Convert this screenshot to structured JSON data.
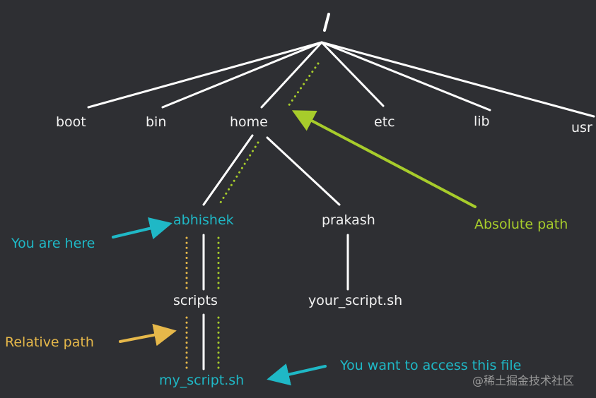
{
  "diagram": {
    "root": "/",
    "top_level_dirs": [
      "boot",
      "bin",
      "home",
      "etc",
      "lib",
      "usr"
    ],
    "home_children": [
      "abhishek",
      "prakash"
    ],
    "abhishek_child": "scripts",
    "scripts_child": "my_script.sh",
    "prakash_child": "your_script.sh",
    "annotations": {
      "you_are_here": "You are here",
      "absolute_path": "Absolute path",
      "relative_path": "Relative path",
      "target_file": "You want to access this file"
    },
    "colors": {
      "background": "#2e2f33",
      "tree_lines": "#ffffff",
      "current_location": "#1fb8c6",
      "absolute_path": "#a7cc2b",
      "relative_path": "#e6b84a"
    }
  },
  "watermark": "@稀土掘金技术社区"
}
